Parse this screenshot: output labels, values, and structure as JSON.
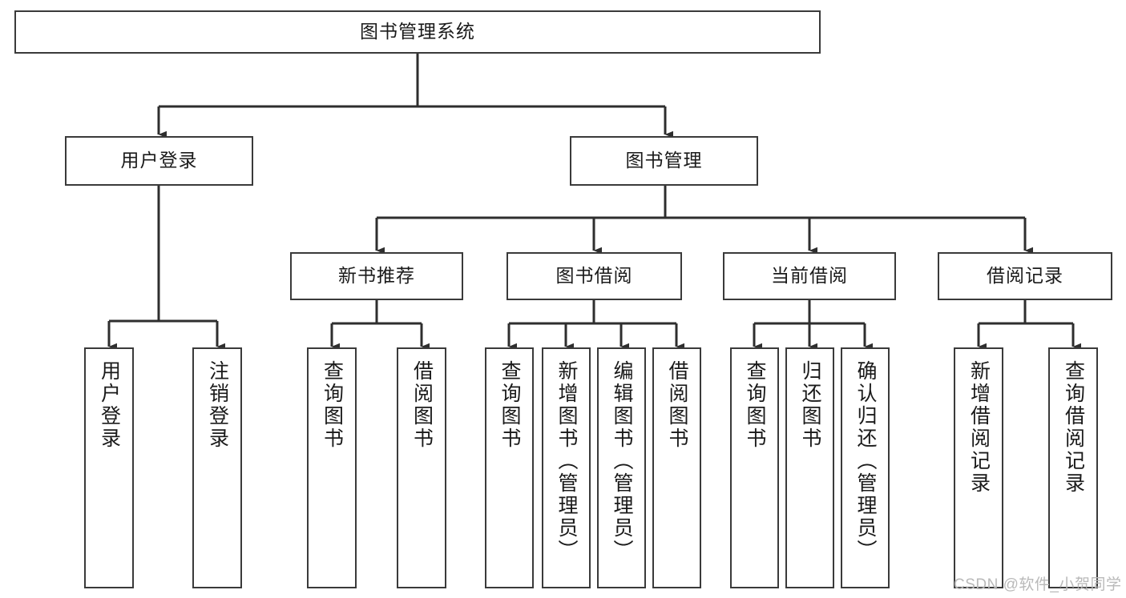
{
  "diagram": {
    "title": "图书管理系统",
    "type": "hierarchy-tree",
    "colors": {
      "border": "#3a3a3a",
      "background": "#ffffff",
      "text": "#1a1a1a",
      "watermark": "#b9b9b9"
    },
    "root": {
      "label": "图书管理系统"
    },
    "level2": [
      {
        "label": "用户登录"
      },
      {
        "label": "图书管理"
      }
    ],
    "level3": [
      {
        "label": "新书推荐"
      },
      {
        "label": "图书借阅"
      },
      {
        "label": "当前借阅"
      },
      {
        "label": "借阅记录"
      }
    ],
    "leaves": {
      "user_login": [
        {
          "label": "用户登录"
        },
        {
          "label": "注销登录"
        }
      ],
      "new_book_recommend": [
        {
          "label": "查询图书"
        },
        {
          "label": "借阅图书"
        }
      ],
      "book_borrow": [
        {
          "label": "查询图书"
        },
        {
          "label": "新增图书（管理员）"
        },
        {
          "label": "编辑图书（管理员）"
        },
        {
          "label": "借阅图书"
        }
      ],
      "current_borrow": [
        {
          "label": "查询图书"
        },
        {
          "label": "归还图书"
        },
        {
          "label": "确认归还（管理员）"
        }
      ],
      "borrow_record": [
        {
          "label": "新增借阅记录"
        },
        {
          "label": "查询借阅记录"
        }
      ]
    },
    "watermark": "CSDN @软件_小贺同学"
  }
}
